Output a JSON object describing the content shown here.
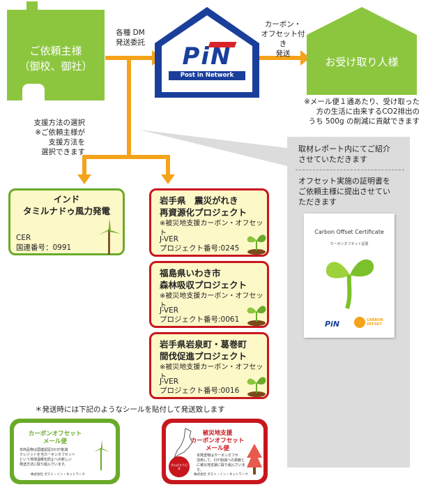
{
  "client": {
    "line1": "ご依頼主様",
    "line2": "（御校、御社）"
  },
  "dm_label": {
    "line1": "各種 DM",
    "line2": "発送委託"
  },
  "pin_logo": {
    "mark": "PiN",
    "sub": "Post in Network"
  },
  "carbon_label": {
    "line1": "カーボン・",
    "line2": "オフセット付き",
    "line3": "発送"
  },
  "recipient": {
    "label": "お受け取り人様"
  },
  "recipient_note": {
    "line1": "※メール便１通あたり、受け取った",
    "line2": "方の生活に由来するCO2排出の",
    "line3": "うち 500g の削減に貢献できます"
  },
  "support_note": {
    "line1": "支援方法の選択",
    "line2": "※ご依頼主様が",
    "line3": "支援方法を",
    "line4": "選択できます"
  },
  "projects": [
    {
      "title1": "インド",
      "title2": "タミルナドゥ風力発電",
      "sub": "",
      "cert": "CER",
      "number": "国連番号：0991"
    },
    {
      "title1": "岩手県　震災がれき",
      "title2": "再資源化プロジェクト",
      "sub": "※被災地支援カーボン・オフセット",
      "cert": "J-VER",
      "number": "プロジェクト番号:0245"
    },
    {
      "title1": "福島県いわき市",
      "title2": "森林吸収プロジェクト",
      "sub": "※被災地支援カーボン・オフセット",
      "cert": "J-VER",
      "number": "プロジェクト番号:0061"
    },
    {
      "title1": "岩手県岩泉町・葛巻町",
      "title2": "間伐促進プロジェクト",
      "sub": "※被災地支援カーボン・オフセット",
      "cert": "J-VER",
      "number": "プロジェクト番号:0016"
    }
  ],
  "report_note": {
    "line1": "取材レポート内にてご紹介",
    "line2": "させていただきます"
  },
  "certificate_note": {
    "line1": "オフセット実施の証明書を",
    "line2": "ご依頼主様に提出させてい",
    "line3": "ただきます"
  },
  "certificate": {
    "title": "Carbon Offset Certificate",
    "subtitle": "カーボンオフセット証書",
    "badge": "CARBON OFFSET",
    "logo": "PiN"
  },
  "seal_note": "＊発送時には下記のようなシールを貼付して発送致します",
  "seals": [
    {
      "title1": "カーボンオフセット",
      "title2": "メール便",
      "body1": "本商品物は国連認証のCO²削減",
      "body2": "クレジットを当カーボンオフセット",
      "body3": "という地球温暖化防止への新しい",
      "body4": "発送方法に取り組んでいます。",
      "footer": "株式会社 ポスト・イン・ネットワーク"
    },
    {
      "title0": "被災地支援",
      "title1": "カーボンオフセット",
      "title2": "メール便",
      "body1": "本発送物はカーボンオフセ",
      "body2": "活用して、CO²削減への貢献と",
      "body3": "に被災地支援に取り組んでいます。",
      "footer": "株式会社 ポスト・イン・ネットワーク",
      "badge": "がんばろう日本"
    }
  ],
  "colors": {
    "green": "#8cc63f",
    "dark_green": "#6aaa2a",
    "orange": "#f5a31a",
    "red": "#c8161d",
    "blue": "#1a3f9b",
    "card_bg": "#fdf8c8",
    "panel_gray": "#dcdcdc"
  }
}
